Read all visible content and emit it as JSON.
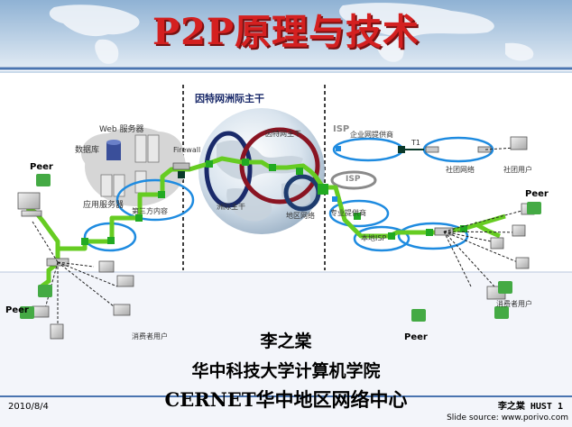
{
  "slide": {
    "title": "P2P原理与技术",
    "author": "李之棠",
    "school": "华中科技大学计算机学院",
    "center": "CERNET华中地区网络中心",
    "date": "2010/8/4",
    "footer_right": "李之棠 HUST 1",
    "source": "Slide source: www.porivo.com"
  },
  "diagram": {
    "backbone_heading": "因特网洲际主干",
    "labels": {
      "web_server_group": "Web 服务器",
      "database": "数据库",
      "app_server": "应用服务器",
      "firewall": "Firewall",
      "third_party": "第三方内容",
      "internet_backbone": "因特网主干",
      "intercontinental_backbone": "洲际主干",
      "regional_network": "地区网络",
      "isp_top": "ISP",
      "enterprise_isp": "企业网提供商",
      "t1": "T1",
      "campus_network": "社团网络",
      "campus_user": "社团用户",
      "isp_middle": "ISP",
      "specialist_isp": "专业提供商",
      "local_isp": "本地ISP",
      "consumer_user_left": "消费者用户",
      "consumer_user_right": "消费者用户"
    },
    "peers": [
      "Peer",
      "Peer",
      "Peer",
      "Peer"
    ]
  }
}
